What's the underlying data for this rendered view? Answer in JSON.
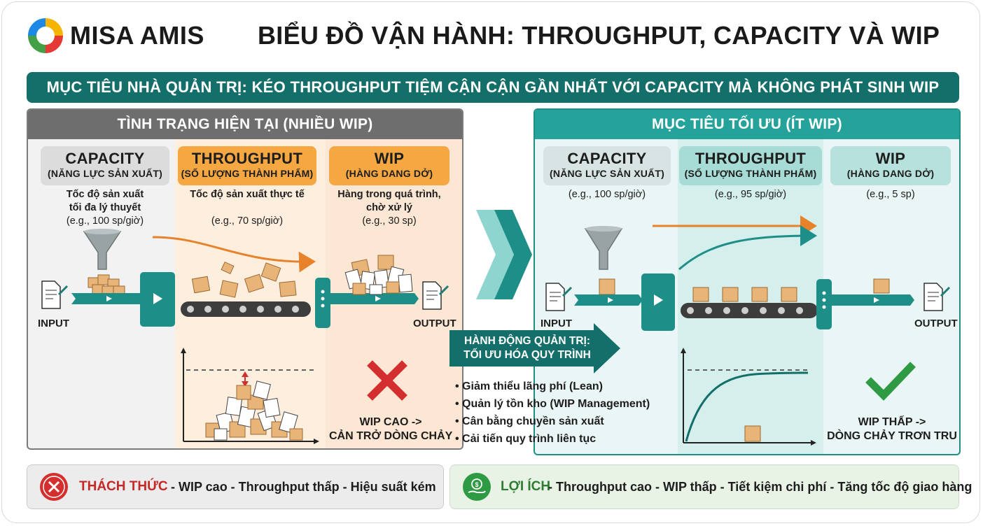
{
  "brand": {
    "name": "MISA AMIS"
  },
  "title": "BIỂU ĐỒ VẬN HÀNH: THROUGHPUT, CAPACITY VÀ WIP",
  "banner": "MỤC TIÊU NHÀ QUẢN TRỊ: KÉO THROUGHPUT TIỆM CẬN CẬN GẦN NHẤT VỚI CAPACITY MÀ KHÔNG PHÁT SINH WIP",
  "left_panel": {
    "header": "TÌNH TRẠNG HIỆN TẠI (NHIỀU WIP)",
    "capacity": {
      "title": "CAPACITY",
      "subtitle": "(NĂNG LỰC SẢN XUẤT)",
      "desc1": "Tốc độ sản xuất",
      "desc2": "tối đa lý thuyết",
      "example": "(e.g., 100 sp/giờ)"
    },
    "throughput": {
      "title": "THROUGHPUT",
      "subtitle": "(SỐ LƯỢNG THÀNH PHẨM)",
      "desc1": "Tốc độ sản xuất thực tế",
      "example": "(e.g., 70 sp/giờ)"
    },
    "wip": {
      "title": "WIP",
      "subtitle": "(HÀNG DANG DỞ)",
      "desc1": "Hàng trong quá trình,",
      "desc2": "chờ xử lý",
      "example": "(e.g., 30 sp)"
    },
    "input_label": "INPUT",
    "output_label": "OUTPUT",
    "result_line1": "WIP CAO ->",
    "result_line2": "CẢN TRỞ DÒNG CHẢY"
  },
  "right_panel": {
    "header": "MỤC TIÊU TỐI ƯU (ÍT WIP)",
    "capacity": {
      "title": "CAPACITY",
      "subtitle": "(NĂNG LỰC SẢN XUẤT)",
      "example": "(e.g., 100 sp/giờ)"
    },
    "throughput": {
      "title": "THROUGHPUT",
      "subtitle": "(SỐ LƯỢNG THÀNH PHẨM)",
      "example": "(e.g., 95 sp/giờ)"
    },
    "wip": {
      "title": "WIP",
      "subtitle": "(HÀNG DANG DỞ)",
      "example": "(e.g., 5 sp)"
    },
    "input_label": "INPUT",
    "output_label": "OUTPUT",
    "result_line1": "WIP THẤP ->",
    "result_line2": "DÒNG CHẢY TRƠN TRU"
  },
  "action": {
    "header_line1": "HÀNH ĐỘNG QUẢN TRỊ:",
    "header_line2": "TỐI ƯU HÓA QUY TRÌNH",
    "items": [
      "Giảm thiểu lãng phí (Lean)",
      "Quản lý tồn kho (WIP Management)",
      "Cân bằng chuyền sản xuất",
      "Cải tiến quy trình liên tục"
    ]
  },
  "challenge": {
    "label": "THÁCH THỨC",
    "text": "- WIP cao - Throughput thấp - Hiệu suất kém"
  },
  "benefit": {
    "label": "LỢI ÍCH",
    "text": "- Throughput cao - WIP thấp - Tiết kiệm chi phí - Tăng tốc độ giao hàng"
  },
  "colors": {
    "teal_dark": "#146e6a",
    "teal": "#25a39b",
    "orange": "#f5a742",
    "gray": "#6e6e6e",
    "red": "#d32f2f",
    "green": "#2e9a43"
  },
  "icons": [
    "misa-logo-icon",
    "document-input-icon",
    "funnel-icon",
    "machine-icon",
    "conveyor-icon",
    "box-icon",
    "document-output-icon",
    "x-mark-icon",
    "check-mark-icon",
    "chevron-right-icon",
    "x-circle-icon",
    "money-hand-icon"
  ]
}
